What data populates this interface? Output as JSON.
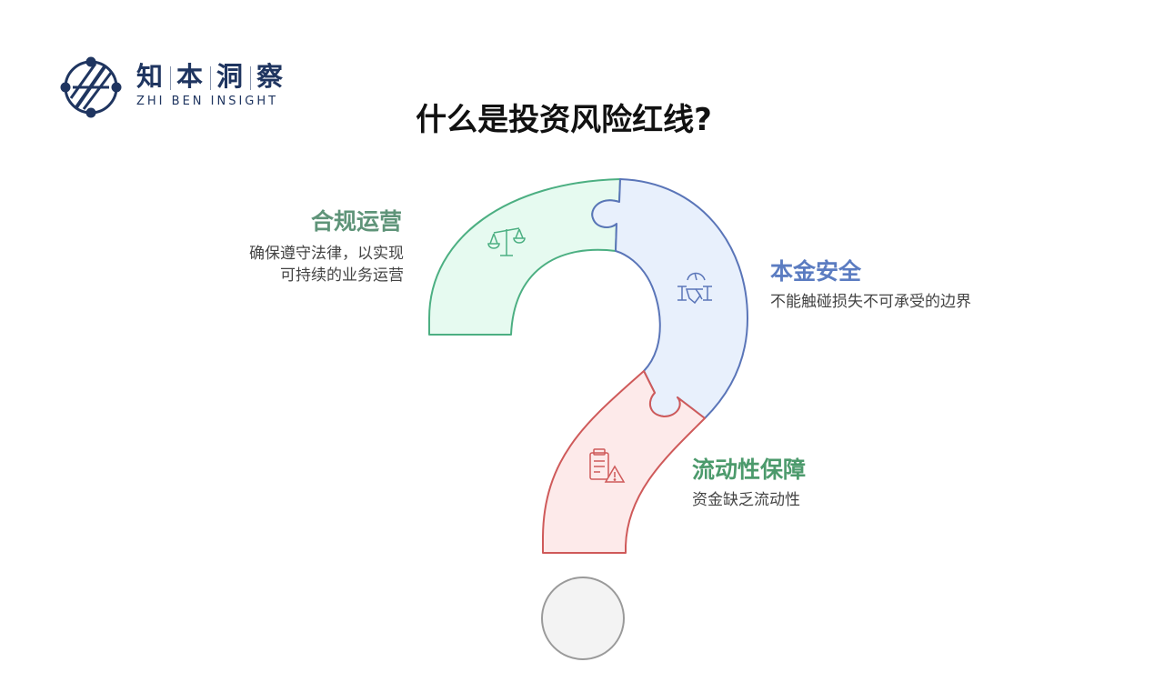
{
  "logo": {
    "name_cn": [
      "知",
      "本",
      "洞",
      "察"
    ],
    "name_en": "ZHI BEN INSIGHT"
  },
  "title": "什么是投资风险红线?",
  "segments": [
    {
      "heading": "合规运营",
      "description_lines": [
        "确保遵守法律，以实现",
        "可持续的业务运营"
      ],
      "icon": "scales-icon",
      "color": "#4caf82"
    },
    {
      "heading": "本金安全",
      "description_lines": [
        "不能触碰损失不可承受的边界"
      ],
      "icon": "handshake-icon",
      "color": "#5a75b8"
    },
    {
      "heading": "流动性保障",
      "description_lines": [
        "资金缺乏流动性"
      ],
      "icon": "clipboard-warning-icon",
      "color": "#cf5a5a"
    }
  ]
}
